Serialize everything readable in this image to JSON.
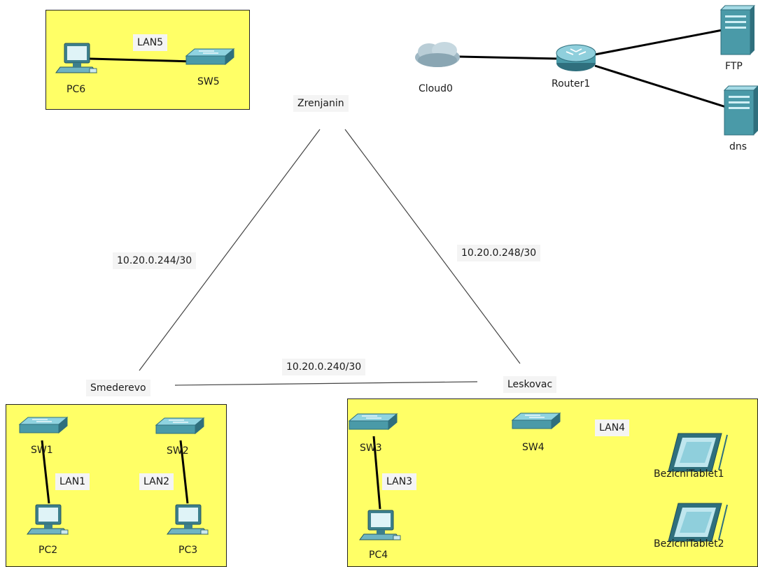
{
  "areas": {
    "lan5_area": "LAN5 area",
    "smederevo_area": "Smederevo area",
    "leskovac_area": "Leskovac area"
  },
  "routers": {
    "zrenjanin": "Zrenjanin",
    "smederevo": "Smederevo",
    "leskovac": "Leskovac"
  },
  "links": {
    "zrenjanin_smederevo": "10.20.0.244/30",
    "zrenjanin_leskovac": "10.20.0.248/30",
    "smederevo_leskovac": "10.20.0.240/30"
  },
  "lans": {
    "lan1": "LAN1",
    "lan2": "LAN2",
    "lan3": "LAN3",
    "lan4": "LAN4",
    "lan5": "LAN5"
  },
  "devices": {
    "pc6": "PC6",
    "sw5": "SW5",
    "cloud0": "Cloud0",
    "router1": "Router1",
    "ftp": "FTP",
    "dns": "dns",
    "sw1": "SW1",
    "sw2": "SW2",
    "pc2": "PC2",
    "pc3": "PC3",
    "sw3": "SW3",
    "sw4": "SW4",
    "pc4": "PC4",
    "tablet1": "BezicniTablet1",
    "tablet2": "BezicniTablet2"
  },
  "colors": {
    "area_fill": "#ffff66",
    "device_teal": "#4a9aa8",
    "device_teal_dark": "#2f6f7d",
    "link_thick": "#000000",
    "link_thin": "#444444"
  }
}
